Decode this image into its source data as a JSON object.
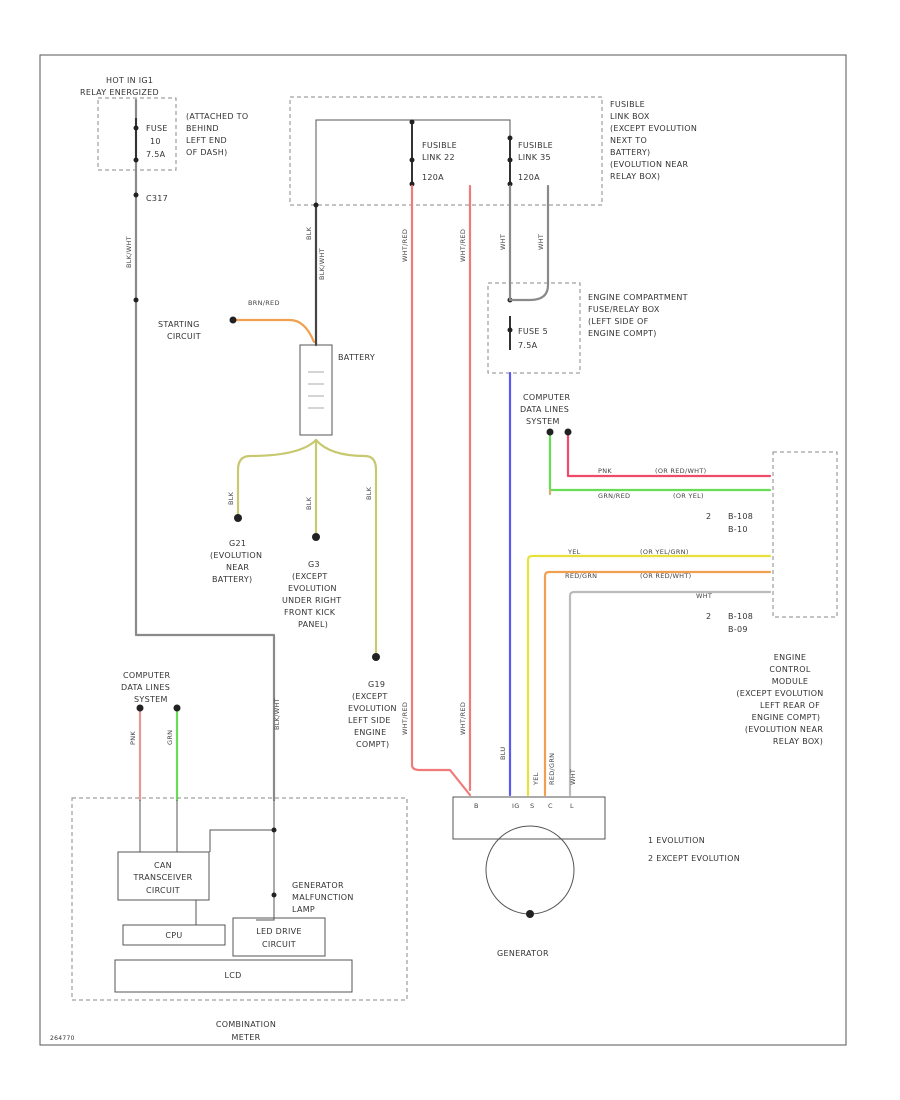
{
  "hot": {
    "line1": "HOT IN IG1",
    "line2": "RELAY ENERGIZED"
  },
  "under_dash_box": {
    "line1": "FUSE",
    "line2": "10",
    "line3": "7.5A"
  },
  "under_dash_loc": {
    "line1": "(ATTACHED TO",
    "line2": "BEHIND",
    "line3": "LEFT END",
    "line4": "OF DASH)"
  },
  "connector_c317": "C317",
  "fusible_link_box": {
    "line1": "FUSIBLE",
    "line2": "LINK BOX",
    "line3": "(EXCEPT EVOLUTION",
    "line4": "NEXT TO",
    "line5": "BATTERY)",
    "line6": "(EVOLUTION NEAR",
    "line7": "RELAY BOX)"
  },
  "fl_22": {
    "line1": "FUSIBLE",
    "line2": "LINK 22",
    "line3": "120A"
  },
  "fl_35": {
    "line1": "FUSIBLE",
    "line2": "LINK 35",
    "line3": "120A"
  },
  "engine_fuse_box": {
    "line1": "ENGINE COMPARTMENT",
    "line2": "FUSE/RELAY BOX",
    "line3": "(LEFT SIDE OF",
    "line4": "ENGINE COMPT)"
  },
  "fuse_5": {
    "line1": "FUSE 5",
    "line2": "7.5A"
  },
  "starting_circuit": {
    "line1": "STARTING",
    "line2": "CIRCUIT"
  },
  "battery_label": "BATTERY",
  "computer_data_lines_top": {
    "line1": "COMPUTER",
    "line2": "DATA LINES",
    "line3": "SYSTEM"
  },
  "computer_data_lines_left": {
    "line1": "COMPUTER",
    "line2": "DATA LINES",
    "line3": "SYSTEM"
  },
  "ground_g21": {
    "line1": "G21",
    "line2": "(EVOLUTION",
    "line3": "NEAR",
    "line4": "BATTERY)"
  },
  "ground_g3": {
    "line1": "G3",
    "line2": "(EXCEPT",
    "line3": "EVOLUTION",
    "line4": "UNDER RIGHT",
    "line5": "FRONT KICK",
    "line6": "PANEL)"
  },
  "ground_g19": {
    "line1": "G19",
    "line2": "(EXCEPT",
    "line3": "EVOLUTION",
    "line4": "LEFT SIDE",
    "line5": "ENGINE",
    "line6": "COMPT)"
  },
  "ecm": {
    "line1": "ENGINE",
    "line2": "CONTROL",
    "line3": "MODULE",
    "line4": "(EXCEPT EVOLUTION",
    "line5": "LEFT REAR OF",
    "line6": "ENGINE COMPT)",
    "line7": "(EVOLUTION NEAR",
    "line8": "RELAY BOX)"
  },
  "ecm_pins": {
    "p1": "2",
    "p1a": "B-108",
    "p1b": "B-10",
    "p2": "2",
    "p2a": "B-108",
    "p2b": "B-09"
  },
  "generator_label": "GENERATOR",
  "generator_malfunction": {
    "line1": "GENERATOR",
    "line2": "MALFUNCTION",
    "line3": "LAMP"
  },
  "can_transceiver": {
    "line1": "CAN",
    "line2": "TRANSCEIVER",
    "line3": "CIRCUIT"
  },
  "cpu_label": "CPU",
  "led_drive": {
    "line1": "LED DRIVE",
    "line2": "CIRCUIT"
  },
  "lcd_label": "LCD",
  "combination_meter": {
    "line1": "COMBINATION",
    "line2": "METER"
  },
  "notes": {
    "n1": "1  EVOLUTION",
    "n2": "2  EXCEPT EVOLUTION"
  },
  "figure_code": "264770",
  "wire_labels": {
    "brn_red": "BRN/RED",
    "blk": "BLK",
    "blk_wht": "BLK/WHT",
    "wht": "WHT",
    "pnk": "PNK",
    "grn_red": "GRN/RED",
    "yel": "YEL",
    "red_grn": "RED/GRN",
    "or_red_wht": "(OR RED/WHT)",
    "or_yel": "(OR YEL)",
    "or_yel_grn": "(OR YEL/GRN)",
    "or_red_wht2": "(OR RED/WHT)",
    "grn": "GRN",
    "blu": "BLU",
    "wht_red": "WHT/RED"
  },
  "colors": {
    "red": "#f07a7a",
    "blue": "#5a5af0",
    "green": "#66dd55",
    "yellow": "#e6e23a",
    "orange": "#f0a050",
    "brown": "#b0784a",
    "olive": "#c8c870",
    "pink": "#e89898",
    "gray": "#8a8a8a",
    "line": "#444444"
  }
}
